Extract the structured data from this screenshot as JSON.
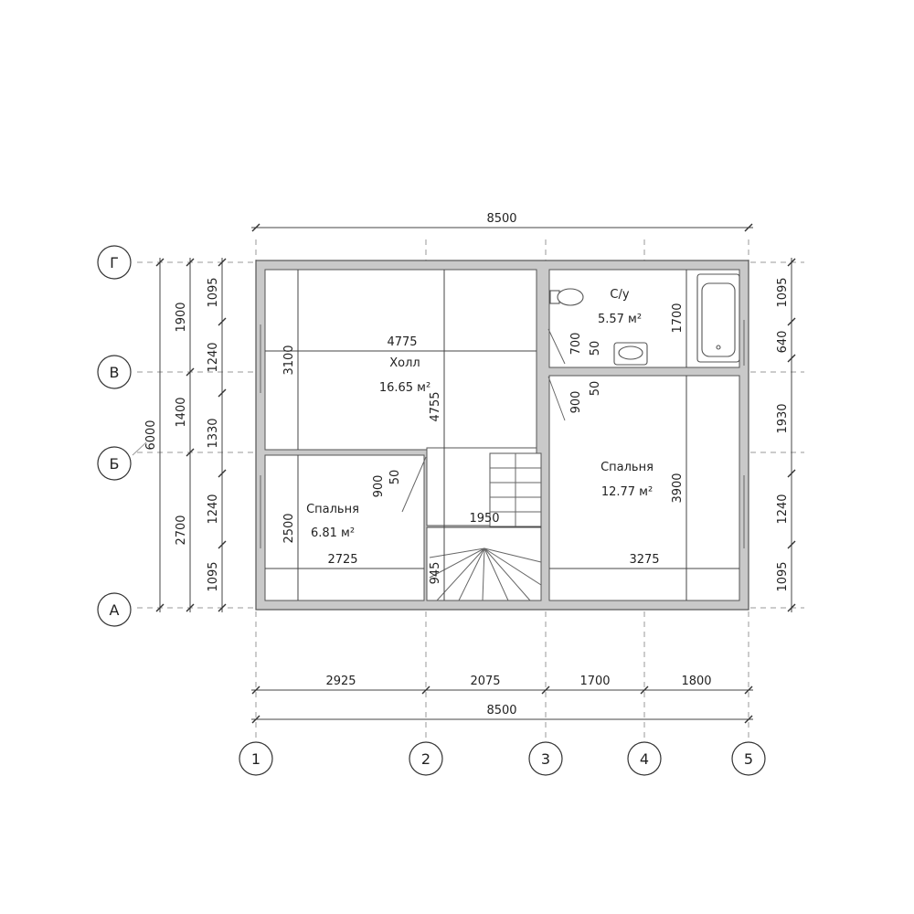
{
  "axes": {
    "rows": [
      {
        "label": "Г"
      },
      {
        "label": "В"
      },
      {
        "label": "Б"
      },
      {
        "label": "А"
      }
    ],
    "cols": [
      {
        "label": "1"
      },
      {
        "label": "2"
      },
      {
        "label": "3"
      },
      {
        "label": "4"
      },
      {
        "label": "5"
      }
    ]
  },
  "dims": {
    "top_total": "8500",
    "bottom_segments": [
      "2925",
      "2075",
      "1700",
      "1800"
    ],
    "bottom_total": "8500",
    "left_total": "6000",
    "left_mid": [
      "1900",
      "1400",
      "2700"
    ],
    "left_inner": [
      "1095",
      "1240",
      "1330",
      "1240",
      "1095"
    ],
    "right_inner": [
      "1095",
      "640",
      "1930",
      "1240",
      "1095"
    ]
  },
  "rooms": {
    "hall": {
      "name": "Холл",
      "area": "16.65 м²",
      "width": "4775",
      "depth": "3100",
      "depth2": "4755"
    },
    "bedroom_small": {
      "name": "Спальня",
      "area": "6.81 м²",
      "width": "2725",
      "depth": "2500",
      "door_width": "900",
      "door_offset": "50"
    },
    "bathroom": {
      "name": "С/у",
      "area": "5.57 м²",
      "depth": "1700",
      "door_width": "700",
      "door_offset": "50"
    },
    "bedroom_large": {
      "name": "Спальня",
      "area": "12.77 м²",
      "width": "3275",
      "depth": "3900",
      "door_width": "900",
      "door_offset": "50"
    },
    "stairs": {
      "width": "1950",
      "depth": "945"
    }
  }
}
